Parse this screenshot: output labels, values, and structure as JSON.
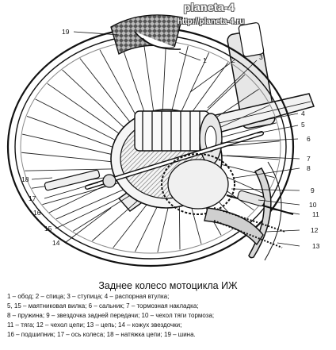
{
  "watermark": {
    "site": "planeta-4",
    "url": "http://planeta-4.ru"
  },
  "callouts": [
    "1",
    "2",
    "3",
    "4",
    "5",
    "6",
    "7",
    "8",
    "9",
    "10",
    "11",
    "12",
    "13",
    "14",
    "15",
    "16",
    "17",
    "18",
    "19"
  ],
  "caption": {
    "title": "Заднее колесо мотоцикла ИЖ",
    "legend_lines": [
      "1 – обод; 2 – спица; 3 – ступица; 4 – распорная втулка;",
      "5, 15 – маятниковая вилка; 6 – сальник; 7 – тормозная накладка;",
      "8 – пружина; 9 – звездочка задней передачи; 10 – чехол тяги тормоза;",
      "11 – тяга; 12 – чехол цепи; 13 – цепь; 14 – кожух звездочки;",
      "16 – подшипник; 17 – ось колеса; 18 – натяжка цепи; 19 – шина."
    ]
  },
  "colors": {
    "ink": "#111111",
    "paper": "#ffffff",
    "shade": "#9a9a9a"
  }
}
